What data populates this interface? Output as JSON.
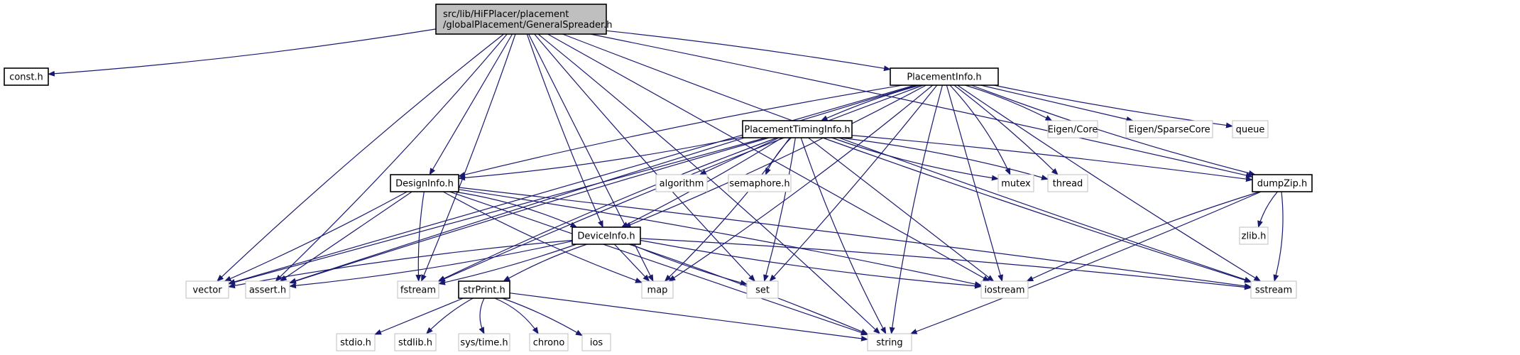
{
  "graph": {
    "edge_color": "#191970",
    "root_fill": "#bfbfbf",
    "documented_border": "#000000",
    "external_border": "#bfbfbf",
    "nodes": [
      {
        "id": "root",
        "lines": [
          "src/lib/HiFPlacer/placement",
          "/globalPlacement/GeneralSpreader.h"
        ],
        "kind": "root",
        "name": "node-generalspreader-h"
      },
      {
        "id": "const",
        "lines": [
          "const.h"
        ],
        "kind": "documented",
        "name": "node-const-h"
      },
      {
        "id": "placementinfo",
        "lines": [
          "PlacementInfo.h"
        ],
        "kind": "documented",
        "name": "node-placementinfo-h"
      },
      {
        "id": "placementtiming",
        "lines": [
          "PlacementTimingInfo.h"
        ],
        "kind": "documented",
        "name": "node-placementtiminginfo-h"
      },
      {
        "id": "designinfo",
        "lines": [
          "DesignInfo.h"
        ],
        "kind": "documented",
        "name": "node-designinfo-h"
      },
      {
        "id": "deviceinfo",
        "lines": [
          "DeviceInfo.h"
        ],
        "kind": "documented",
        "name": "node-deviceinfo-h"
      },
      {
        "id": "strprint",
        "lines": [
          "strPrint.h"
        ],
        "kind": "documented",
        "name": "node-strprint-h"
      },
      {
        "id": "dumpzip",
        "lines": [
          "dumpZip.h"
        ],
        "kind": "documented",
        "name": "node-dumpzip-h"
      },
      {
        "id": "eigencore",
        "lines": [
          "Eigen/Core"
        ],
        "kind": "external",
        "name": "node-eigen-core"
      },
      {
        "id": "eigensparse",
        "lines": [
          "Eigen/SparseCore"
        ],
        "kind": "external",
        "name": "node-eigen-sparsecore"
      },
      {
        "id": "queue",
        "lines": [
          "queue"
        ],
        "kind": "external",
        "name": "node-queue"
      },
      {
        "id": "algorithm",
        "lines": [
          "algorithm"
        ],
        "kind": "external",
        "name": "node-algorithm"
      },
      {
        "id": "semaphore",
        "lines": [
          "semaphore.h"
        ],
        "kind": "external",
        "name": "node-semaphore-h"
      },
      {
        "id": "mutex",
        "lines": [
          "mutex"
        ],
        "kind": "external",
        "name": "node-mutex"
      },
      {
        "id": "thread",
        "lines": [
          "thread"
        ],
        "kind": "external",
        "name": "node-thread"
      },
      {
        "id": "zlib",
        "lines": [
          "zlib.h"
        ],
        "kind": "external",
        "name": "node-zlib-h"
      },
      {
        "id": "vector",
        "lines": [
          "vector"
        ],
        "kind": "external",
        "name": "node-vector"
      },
      {
        "id": "assert",
        "lines": [
          "assert.h"
        ],
        "kind": "external",
        "name": "node-assert-h"
      },
      {
        "id": "fstream",
        "lines": [
          "fstream"
        ],
        "kind": "external",
        "name": "node-fstream"
      },
      {
        "id": "map",
        "lines": [
          "map"
        ],
        "kind": "external",
        "name": "node-map"
      },
      {
        "id": "set",
        "lines": [
          "set"
        ],
        "kind": "external",
        "name": "node-set"
      },
      {
        "id": "iostream",
        "lines": [
          "iostream"
        ],
        "kind": "external",
        "name": "node-iostream"
      },
      {
        "id": "sstream",
        "lines": [
          "sstream"
        ],
        "kind": "external",
        "name": "node-sstream"
      },
      {
        "id": "stdio",
        "lines": [
          "stdio.h"
        ],
        "kind": "external",
        "name": "node-stdio-h"
      },
      {
        "id": "stdlib",
        "lines": [
          "stdlib.h"
        ],
        "kind": "external",
        "name": "node-stdlib-h"
      },
      {
        "id": "systime",
        "lines": [
          "sys/time.h"
        ],
        "kind": "external",
        "name": "node-sys-time-h"
      },
      {
        "id": "chrono",
        "lines": [
          "chrono"
        ],
        "kind": "external",
        "name": "node-chrono"
      },
      {
        "id": "ios",
        "lines": [
          "ios"
        ],
        "kind": "external",
        "name": "node-ios"
      },
      {
        "id": "string",
        "lines": [
          "string"
        ],
        "kind": "external",
        "name": "node-string"
      }
    ],
    "edges": [
      [
        "root",
        "const"
      ],
      [
        "root",
        "placementinfo"
      ],
      [
        "root",
        "designinfo"
      ],
      [
        "root",
        "deviceinfo"
      ],
      [
        "root",
        "vector"
      ],
      [
        "root",
        "assert"
      ],
      [
        "root",
        "fstream"
      ],
      [
        "root",
        "map"
      ],
      [
        "root",
        "set"
      ],
      [
        "root",
        "sstream"
      ],
      [
        "root",
        "string"
      ],
      [
        "root",
        "dumpzip"
      ],
      [
        "root",
        "iostream"
      ],
      [
        "placementinfo",
        "placementtiming"
      ],
      [
        "placementinfo",
        "designinfo"
      ],
      [
        "placementinfo",
        "deviceinfo"
      ],
      [
        "placementinfo",
        "eigencore"
      ],
      [
        "placementinfo",
        "eigensparse"
      ],
      [
        "placementinfo",
        "queue"
      ],
      [
        "placementinfo",
        "dumpzip"
      ],
      [
        "placementinfo",
        "mutex"
      ],
      [
        "placementinfo",
        "thread"
      ],
      [
        "placementinfo",
        "vector"
      ],
      [
        "placementinfo",
        "assert"
      ],
      [
        "placementinfo",
        "fstream"
      ],
      [
        "placementinfo",
        "map"
      ],
      [
        "placementinfo",
        "set"
      ],
      [
        "placementinfo",
        "iostream"
      ],
      [
        "placementinfo",
        "sstream"
      ],
      [
        "placementinfo",
        "string"
      ],
      [
        "placementtiming",
        "designinfo"
      ],
      [
        "placementtiming",
        "deviceinfo"
      ],
      [
        "placementtiming",
        "algorithm"
      ],
      [
        "placementtiming",
        "semaphore"
      ],
      [
        "placementtiming",
        "mutex"
      ],
      [
        "placementtiming",
        "thread"
      ],
      [
        "placementtiming",
        "dumpzip"
      ],
      [
        "placementtiming",
        "vector"
      ],
      [
        "placementtiming",
        "assert"
      ],
      [
        "placementtiming",
        "fstream"
      ],
      [
        "placementtiming",
        "map"
      ],
      [
        "placementtiming",
        "set"
      ],
      [
        "placementtiming",
        "iostream"
      ],
      [
        "placementtiming",
        "sstream"
      ],
      [
        "placementtiming",
        "string"
      ],
      [
        "designinfo",
        "deviceinfo"
      ],
      [
        "designinfo",
        "vector"
      ],
      [
        "designinfo",
        "assert"
      ],
      [
        "designinfo",
        "fstream"
      ],
      [
        "designinfo",
        "map"
      ],
      [
        "designinfo",
        "iostream"
      ],
      [
        "designinfo",
        "sstream"
      ],
      [
        "designinfo",
        "string"
      ],
      [
        "deviceinfo",
        "strprint"
      ],
      [
        "deviceinfo",
        "vector"
      ],
      [
        "deviceinfo",
        "assert"
      ],
      [
        "deviceinfo",
        "fstream"
      ],
      [
        "deviceinfo",
        "map"
      ],
      [
        "deviceinfo",
        "set"
      ],
      [
        "deviceinfo",
        "iostream"
      ],
      [
        "deviceinfo",
        "sstream"
      ],
      [
        "deviceinfo",
        "string"
      ],
      [
        "strprint",
        "stdio"
      ],
      [
        "strprint",
        "stdlib"
      ],
      [
        "strprint",
        "systime"
      ],
      [
        "strprint",
        "chrono"
      ],
      [
        "strprint",
        "ios"
      ],
      [
        "strprint",
        "string"
      ],
      [
        "dumpzip",
        "zlib"
      ],
      [
        "dumpzip",
        "iostream"
      ],
      [
        "dumpzip",
        "sstream"
      ],
      [
        "dumpzip",
        "string"
      ]
    ]
  }
}
